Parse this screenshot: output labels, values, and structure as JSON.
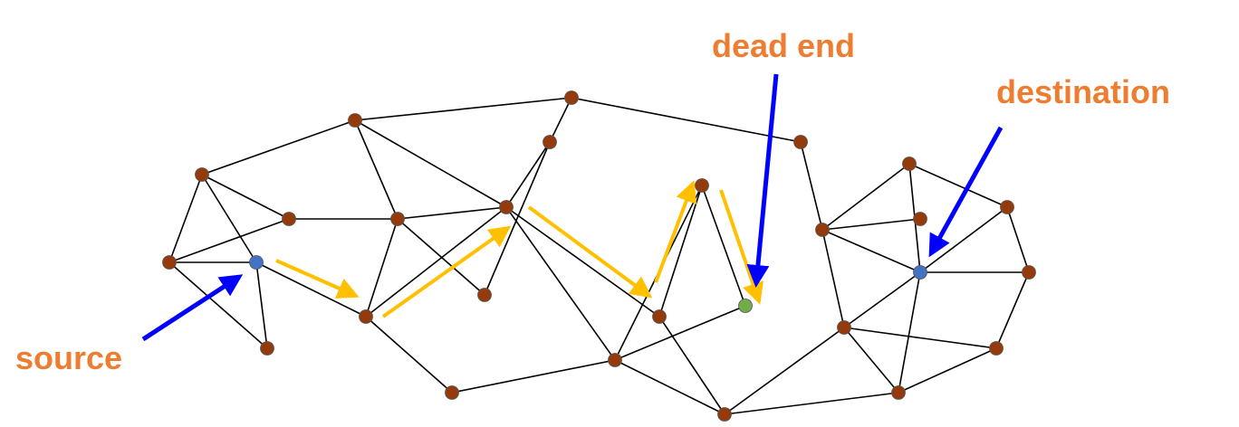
{
  "labels": {
    "source": "source",
    "dead_end": "dead end",
    "destination": "destination"
  },
  "colors": {
    "label": "#ED7D31",
    "edge": "#000000",
    "node": "#943B0E",
    "endpoint": "#4472C4",
    "dead_end": "#70AD47",
    "route_arrow": "#FFC000",
    "pointer_arrow": "#0000FF"
  }
}
